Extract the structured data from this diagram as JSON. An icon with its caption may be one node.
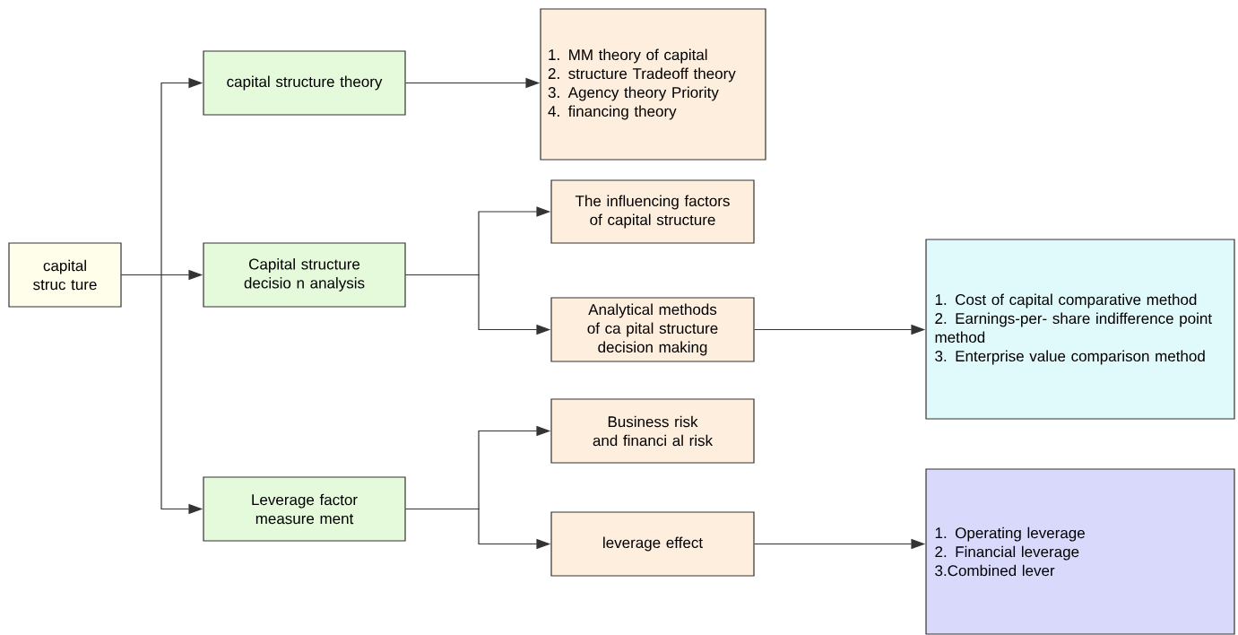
{
  "diagram": {
    "nodes": [
      {
        "text": [
          "capital struc ture"
        ]
      },
      {
        "text": [
          "capital structure theory"
        ]
      },
      {
        "text": [
          "1. MM theory of capital",
          "2. structure Tradeoff theory",
          "3. Agency theory Priority",
          "4. financing theory"
        ]
      },
      {
        "text": [
          "Capital structure decisio n analysis"
        ]
      },
      {
        "text": [
          "The influencing factors of capital structure"
        ]
      },
      {
        "text": [
          "Analytical methods of ca pital structure decision making"
        ]
      },
      {
        "text": [
          "1. Cost of capital comparative method",
          "2. Earnings-per- share indifference point method",
          "3. Enterprise value comparison method"
        ]
      },
      {
        "text": [
          "Business risk and financi al risk"
        ]
      },
      {
        "text": [
          "Leverage factor measure ment"
        ]
      },
      {
        "text": [
          "leverage effect"
        ]
      },
      {
        "text": [
          "1. Operating leverage",
          "2. Financial leverage",
          "3.Combined lever"
        ]
      }
    ],
    "edges": [
      {
        "from": 0,
        "to": 1,
        "arrow": "to"
      },
      {
        "from": 0,
        "to": 3,
        "arrow": "to"
      },
      {
        "from": 0,
        "to": 8,
        "arrow": "to"
      },
      {
        "from": 1,
        "to": 2,
        "arrow": "to"
      },
      {
        "from": 3,
        "to": 4,
        "arrow": "to"
      },
      {
        "from": 3,
        "to": 5,
        "arrow": "to"
      },
      {
        "from": 5,
        "to": 6,
        "arrow": "to"
      },
      {
        "from": 8,
        "to": 7,
        "arrow": "to"
      },
      {
        "from": 8,
        "to": 9,
        "arrow": "to"
      },
      {
        "from": 9,
        "to": 10,
        "arrow": "to"
      }
    ]
  }
}
